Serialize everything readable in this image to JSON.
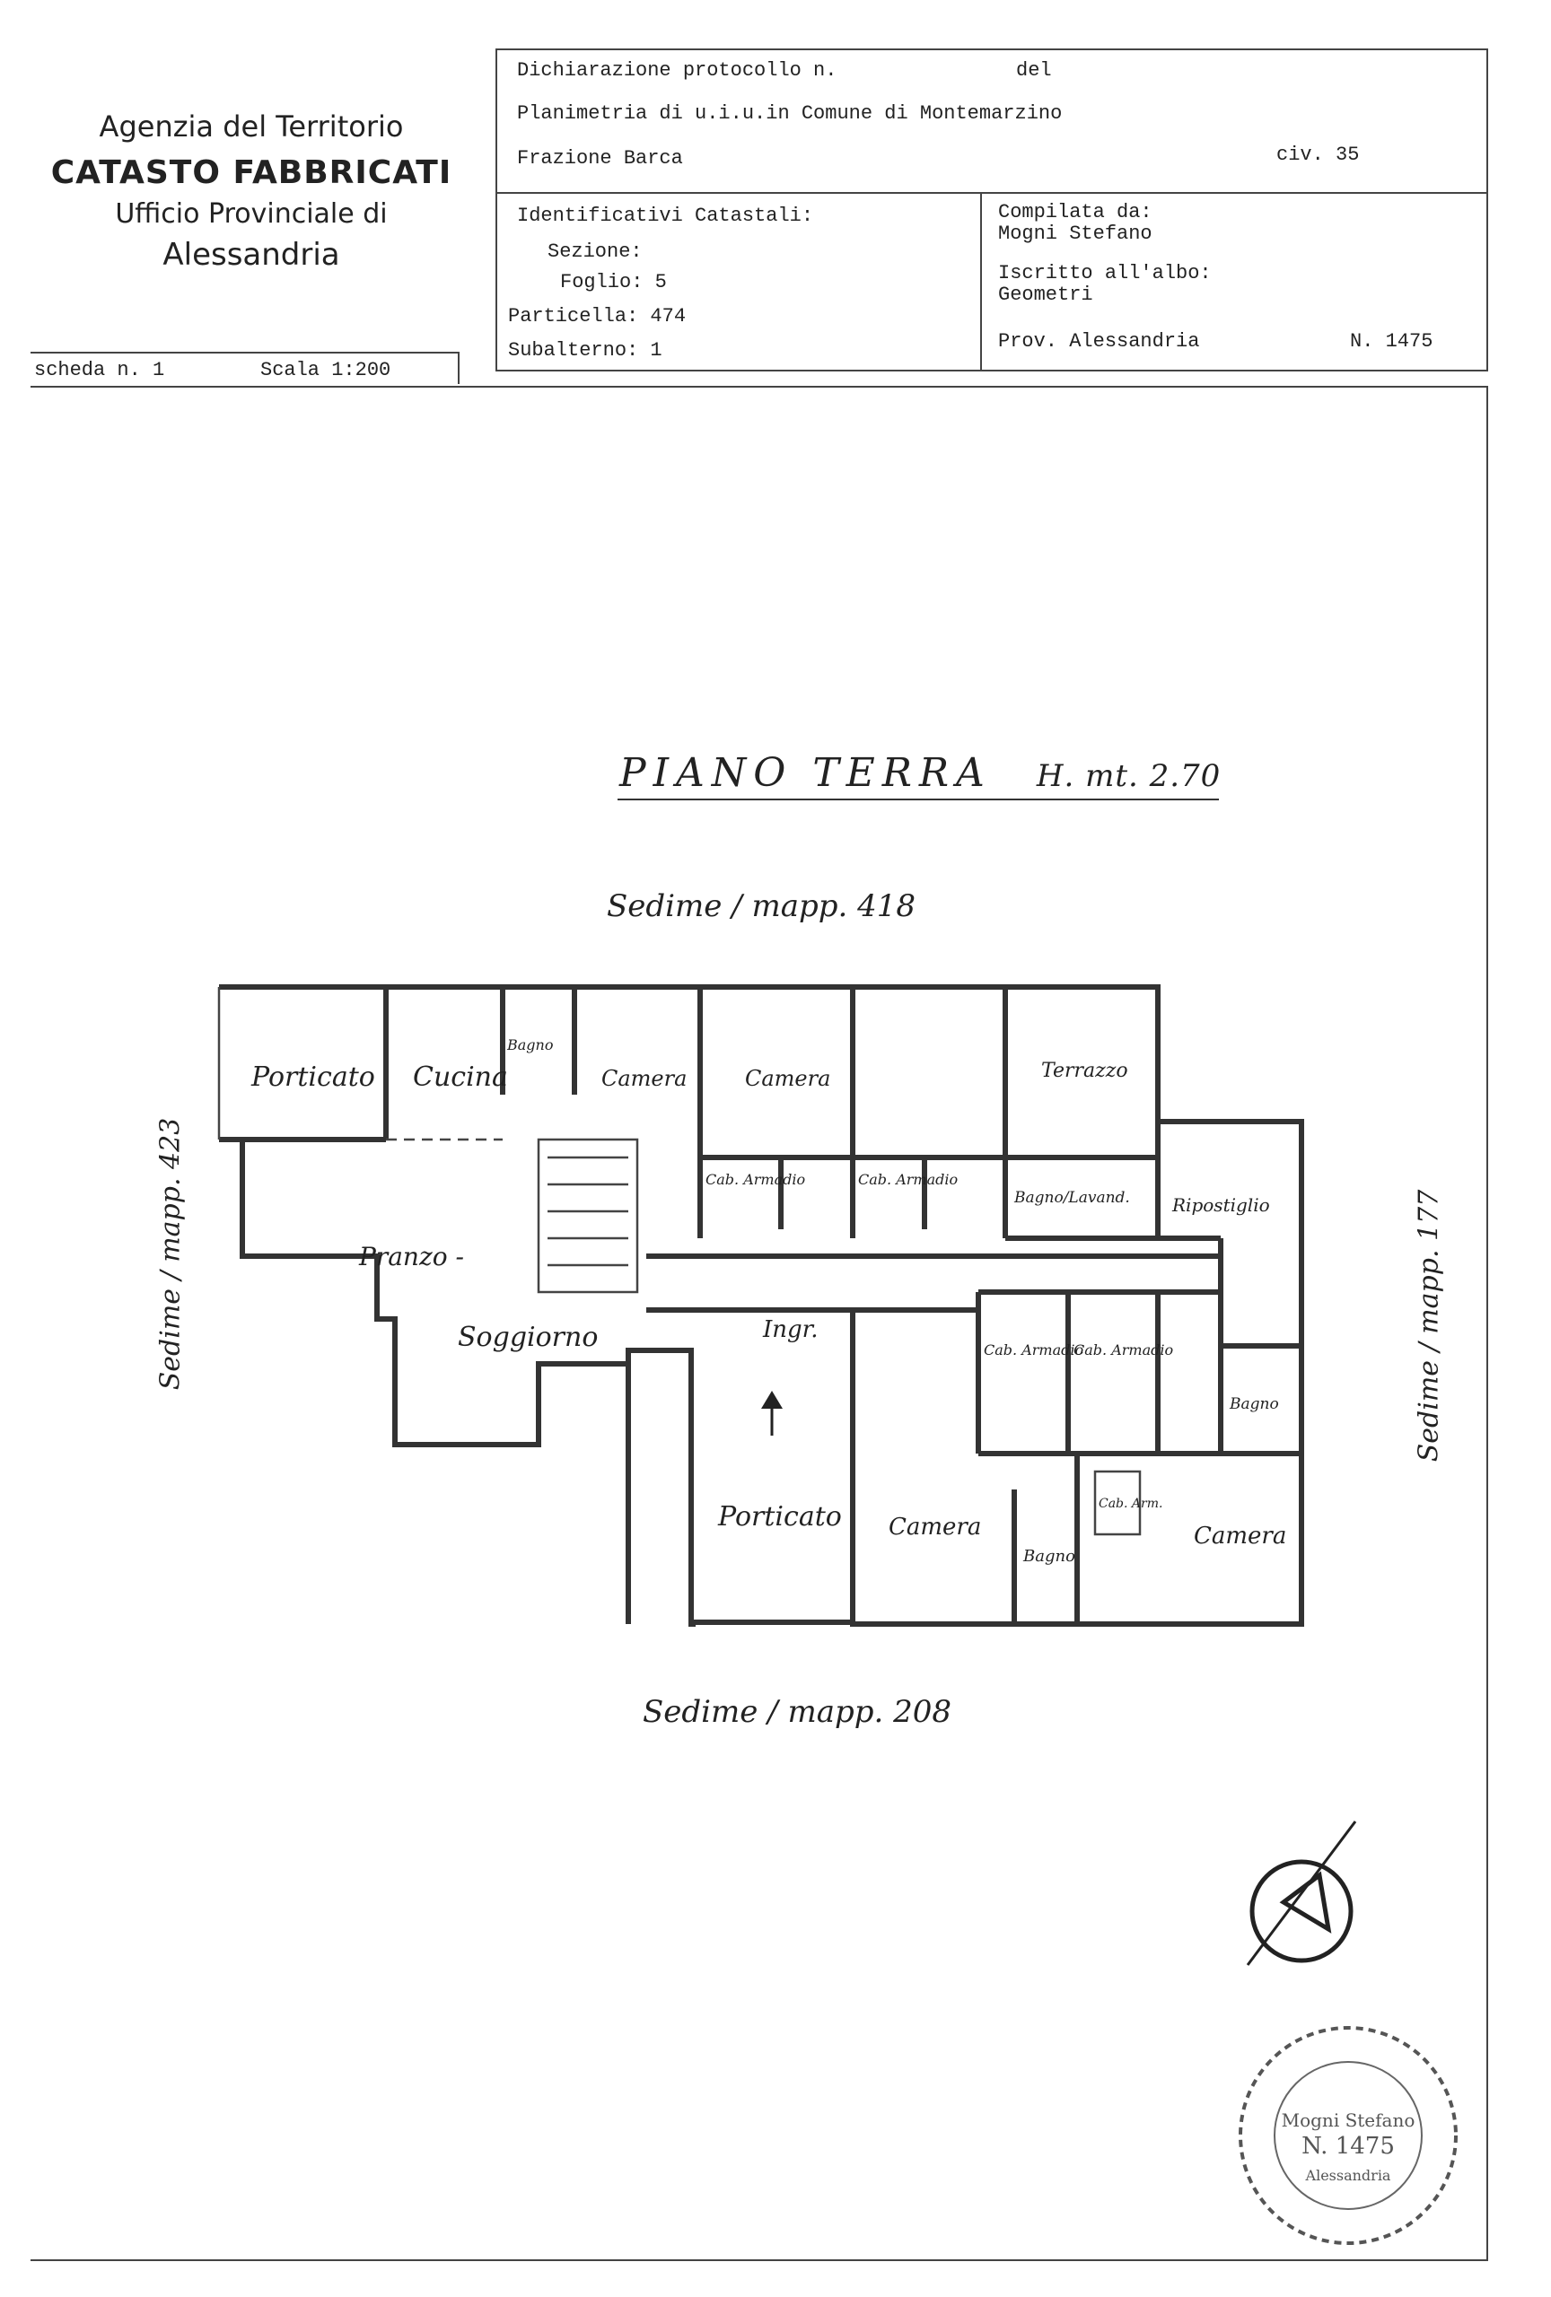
{
  "agency": {
    "line1": "Agenzia del Territorio",
    "line2": "CATASTO FABBRICATI",
    "line3": "Ufficio Provinciale di",
    "line4": "Alessandria"
  },
  "header": {
    "dichiarazione": "Dichiarazione protocollo n.",
    "del": "del",
    "planimetria": "Planimetria di u.i.u.in Comune di Montemarzino",
    "frazione": "Frazione Barca",
    "civico": "civ. 35",
    "identificativi": "Identificativi Catastali:",
    "sezione": "Sezione:",
    "foglio": "Foglio: 5",
    "particella": "Particella: 474",
    "subalterno": "Subalterno: 1",
    "compilata": "Compilata da:",
    "nome": "Mogni Stefano",
    "iscritto": "Iscritto all'albo:",
    "albo": "Geometri",
    "prov": "Prov. Alessandria",
    "numero": "N.  1475"
  },
  "scheda": {
    "scheda": "scheda n. 1",
    "scala": "Scala 1:200"
  },
  "plan": {
    "title": "PIANO TERRA",
    "height": "H. mt. 2.70",
    "sedime_top": "Sedime / mapp. 418",
    "sedime_bottom": "Sedime / mapp. 208",
    "sedime_left": "Sedime / mapp. 423",
    "sedime_right": "Sedime / mapp. 177",
    "rooms": {
      "porticato1": "Porticato",
      "cucina": "Cucina",
      "bagno1": "Bagno",
      "camera1": "Camera",
      "camera2": "Camera",
      "terrazzo": "Terrazzo",
      "cab1": "Cab. Armadio",
      "cab2": "Cab. Armadio",
      "bagno_lav": "Bagno/Lavand.",
      "ripostiglio": "Ripostiglio",
      "pranzo": "Pranzo -",
      "soggiorno": "Soggiorno",
      "ingr": "Ingr.",
      "cab3": "Cab. Armadio",
      "cab4": "Cab. Armadio",
      "bagno2": "Bagno",
      "porticato2": "Porticato",
      "camera3": "Camera",
      "bagno3": "Bagno",
      "cab5": "Cab. Arm.",
      "camera4": "Camera"
    }
  },
  "stamp": {
    "name": "Mogni Stefano",
    "number": "N. 1475",
    "city": "Alessandria"
  }
}
